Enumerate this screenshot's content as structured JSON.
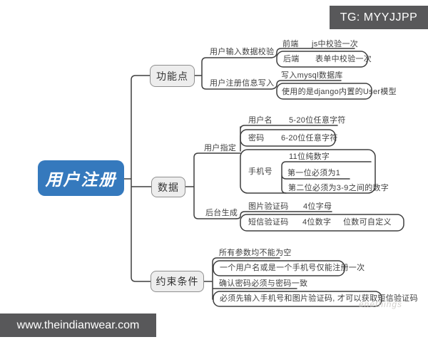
{
  "overlays": {
    "top_right_tag": "TG: MYYJJPP",
    "bottom_left_url": "www.theindianwear.com",
    "faint_watermark": "enethings"
  },
  "colors": {
    "root_blue": "#3579bd",
    "badge_gray": "#58585a",
    "line_gray": "#3f3f3f",
    "node_fill": "#ededed",
    "node_border": "#8f8f8f"
  },
  "map": {
    "root": "用户注册",
    "b1": {
      "label": "功能点",
      "validate": {
        "label": "用户输入数据校验",
        "front": "前端",
        "front_v": "js中校验一次",
        "back": "后端",
        "back_v": "表单中校验一次"
      },
      "write": {
        "label": "用户注册信息写入",
        "mysql": "写入mysql数据库",
        "django": "使用的是django内置的User模型"
      }
    },
    "b2": {
      "label": "数据",
      "user_spec": {
        "label": "用户指定",
        "username": "用户名",
        "username_v": "5-20位任意字符",
        "password": "密码",
        "password_v": "6-20位任意字符",
        "phone": "手机号",
        "phone_n1": "11位纯数字",
        "phone_n2": "第一位必须为1",
        "phone_n3": "第二位必须为3-9之间的数字"
      },
      "backend_gen": {
        "label": "后台生成",
        "img_code": "图片验证码",
        "img_code_v": "4位字母",
        "sms_code": "短信验证码",
        "sms_code_v": "4位数字",
        "sms_code_note": "位数可自定义"
      }
    },
    "b3": {
      "label": "约束条件",
      "c1": "所有参数均不能为空",
      "c2": "一个用户名或是一个手机号仅能注册一次",
      "c3": "确认密码必须与密码一致",
      "c4": "必须先输入手机号和图片验证码, 才可以获取短信验证码"
    }
  }
}
